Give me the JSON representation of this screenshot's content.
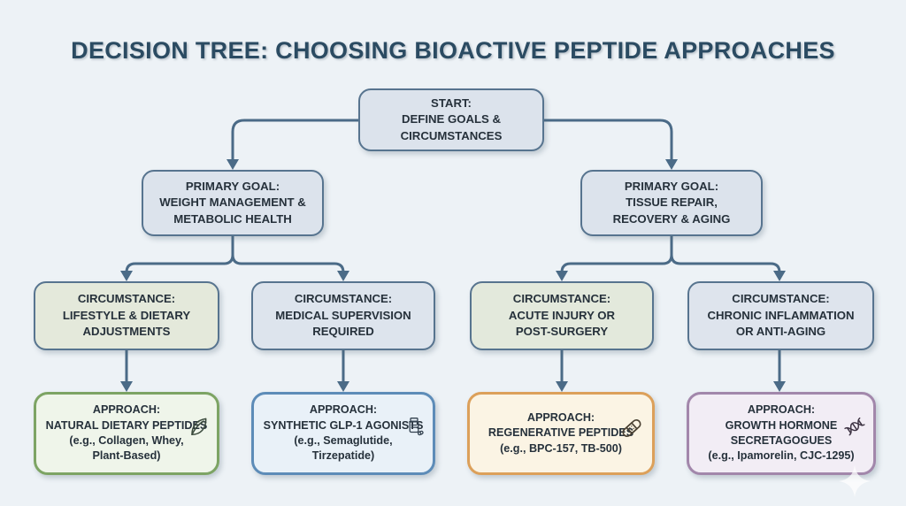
{
  "title": "DECISION TREE: CHOOSING BIOACTIVE PEPTIDE APPROACHES",
  "nodes": {
    "start": {
      "label": "START:\nDEFINE GOALS &\nCIRCUMSTANCES"
    },
    "goal_weight": {
      "label": "PRIMARY GOAL:\nWEIGHT MANAGEMENT &\nMETABOLIC HEALTH"
    },
    "goal_tissue": {
      "label": "PRIMARY GOAL:\nTISSUE REPAIR,\nRECOVERY & AGING"
    },
    "circ_lifestyle": {
      "label": "CIRCUMSTANCE:\nLIFESTYLE & DIETARY\nADJUSTMENTS"
    },
    "circ_medical": {
      "label": "CIRCUMSTANCE:\nMEDICAL SUPERVISION\nREQUIRED"
    },
    "circ_injury": {
      "label": "CIRCUMSTANCE:\nACUTE INJURY OR\nPOST-SURGERY"
    },
    "circ_chronic": {
      "label": "CIRCUMSTANCE:\nCHRONIC INFLAMMATION\nOR ANTI-AGING"
    },
    "approach_natural": {
      "label": "APPROACH:\nNATURAL DIETARY PEPTIDES\n(e.g., Collagen, Whey,\nPlant-Based)",
      "icon": "leaf-icon",
      "accent": "#7da464"
    },
    "approach_glp1": {
      "label": "APPROACH:\nSYNTHETIC GLP-1 AGONISTS\n(e.g., Semaglutide,\nTirzepatide)",
      "icon": "pill-bottle-icon",
      "accent": "#5d8cb8"
    },
    "approach_regen": {
      "label": "APPROACH:\nREGENERATIVE PEPTIDES\n(e.g., BPC-157, TB-500)",
      "icon": "bandage-icon",
      "accent": "#dca05a"
    },
    "approach_gh": {
      "label": "APPROACH:\nGROWTH HORMONE\nSECRETAGOGUES\n(e.g., Ipamorelin, CJC-1295)",
      "icon": "dna-icon",
      "accent": "#a287ab"
    }
  },
  "colors": {
    "background": "#edf2f6",
    "title_text": "#2b4b62",
    "node_border": "#57748f",
    "node_fill_blue": "#dce3ec",
    "node_fill_green": "#e4e9db",
    "connector": "#4b6b87",
    "node_text": "#26313b"
  }
}
